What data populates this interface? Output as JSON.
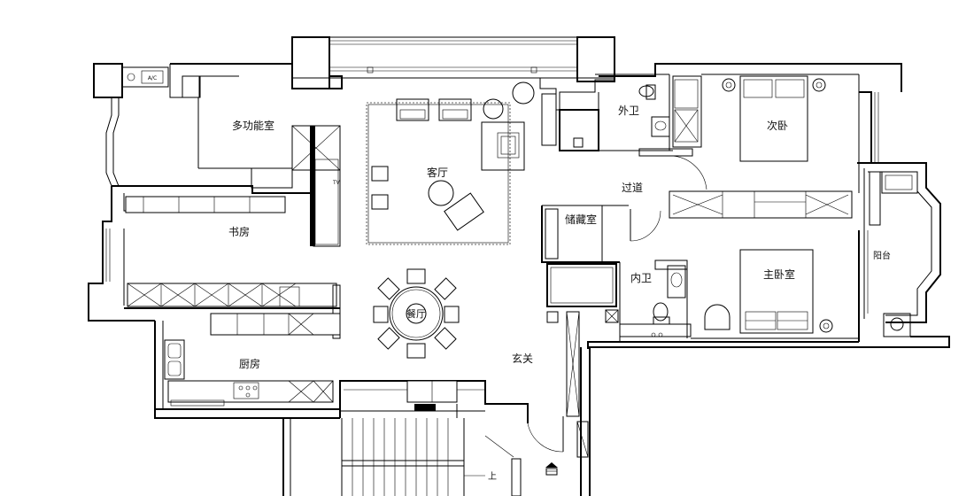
{
  "plan": {
    "rooms": {
      "multi_function": "多功能室",
      "living": "客厅",
      "study": "书房",
      "dining": "餐厅",
      "kitchen": "厨房",
      "entrance": "玄关",
      "guest_bath": "外卫",
      "second_bedroom": "次卧",
      "corridor": "过道",
      "storage": "储藏室",
      "ensuite": "内卫",
      "master_bedroom": "主卧室",
      "balcony": "阳台"
    },
    "labels": {
      "ac": "A/C",
      "tv": "TV",
      "up": "上"
    }
  }
}
